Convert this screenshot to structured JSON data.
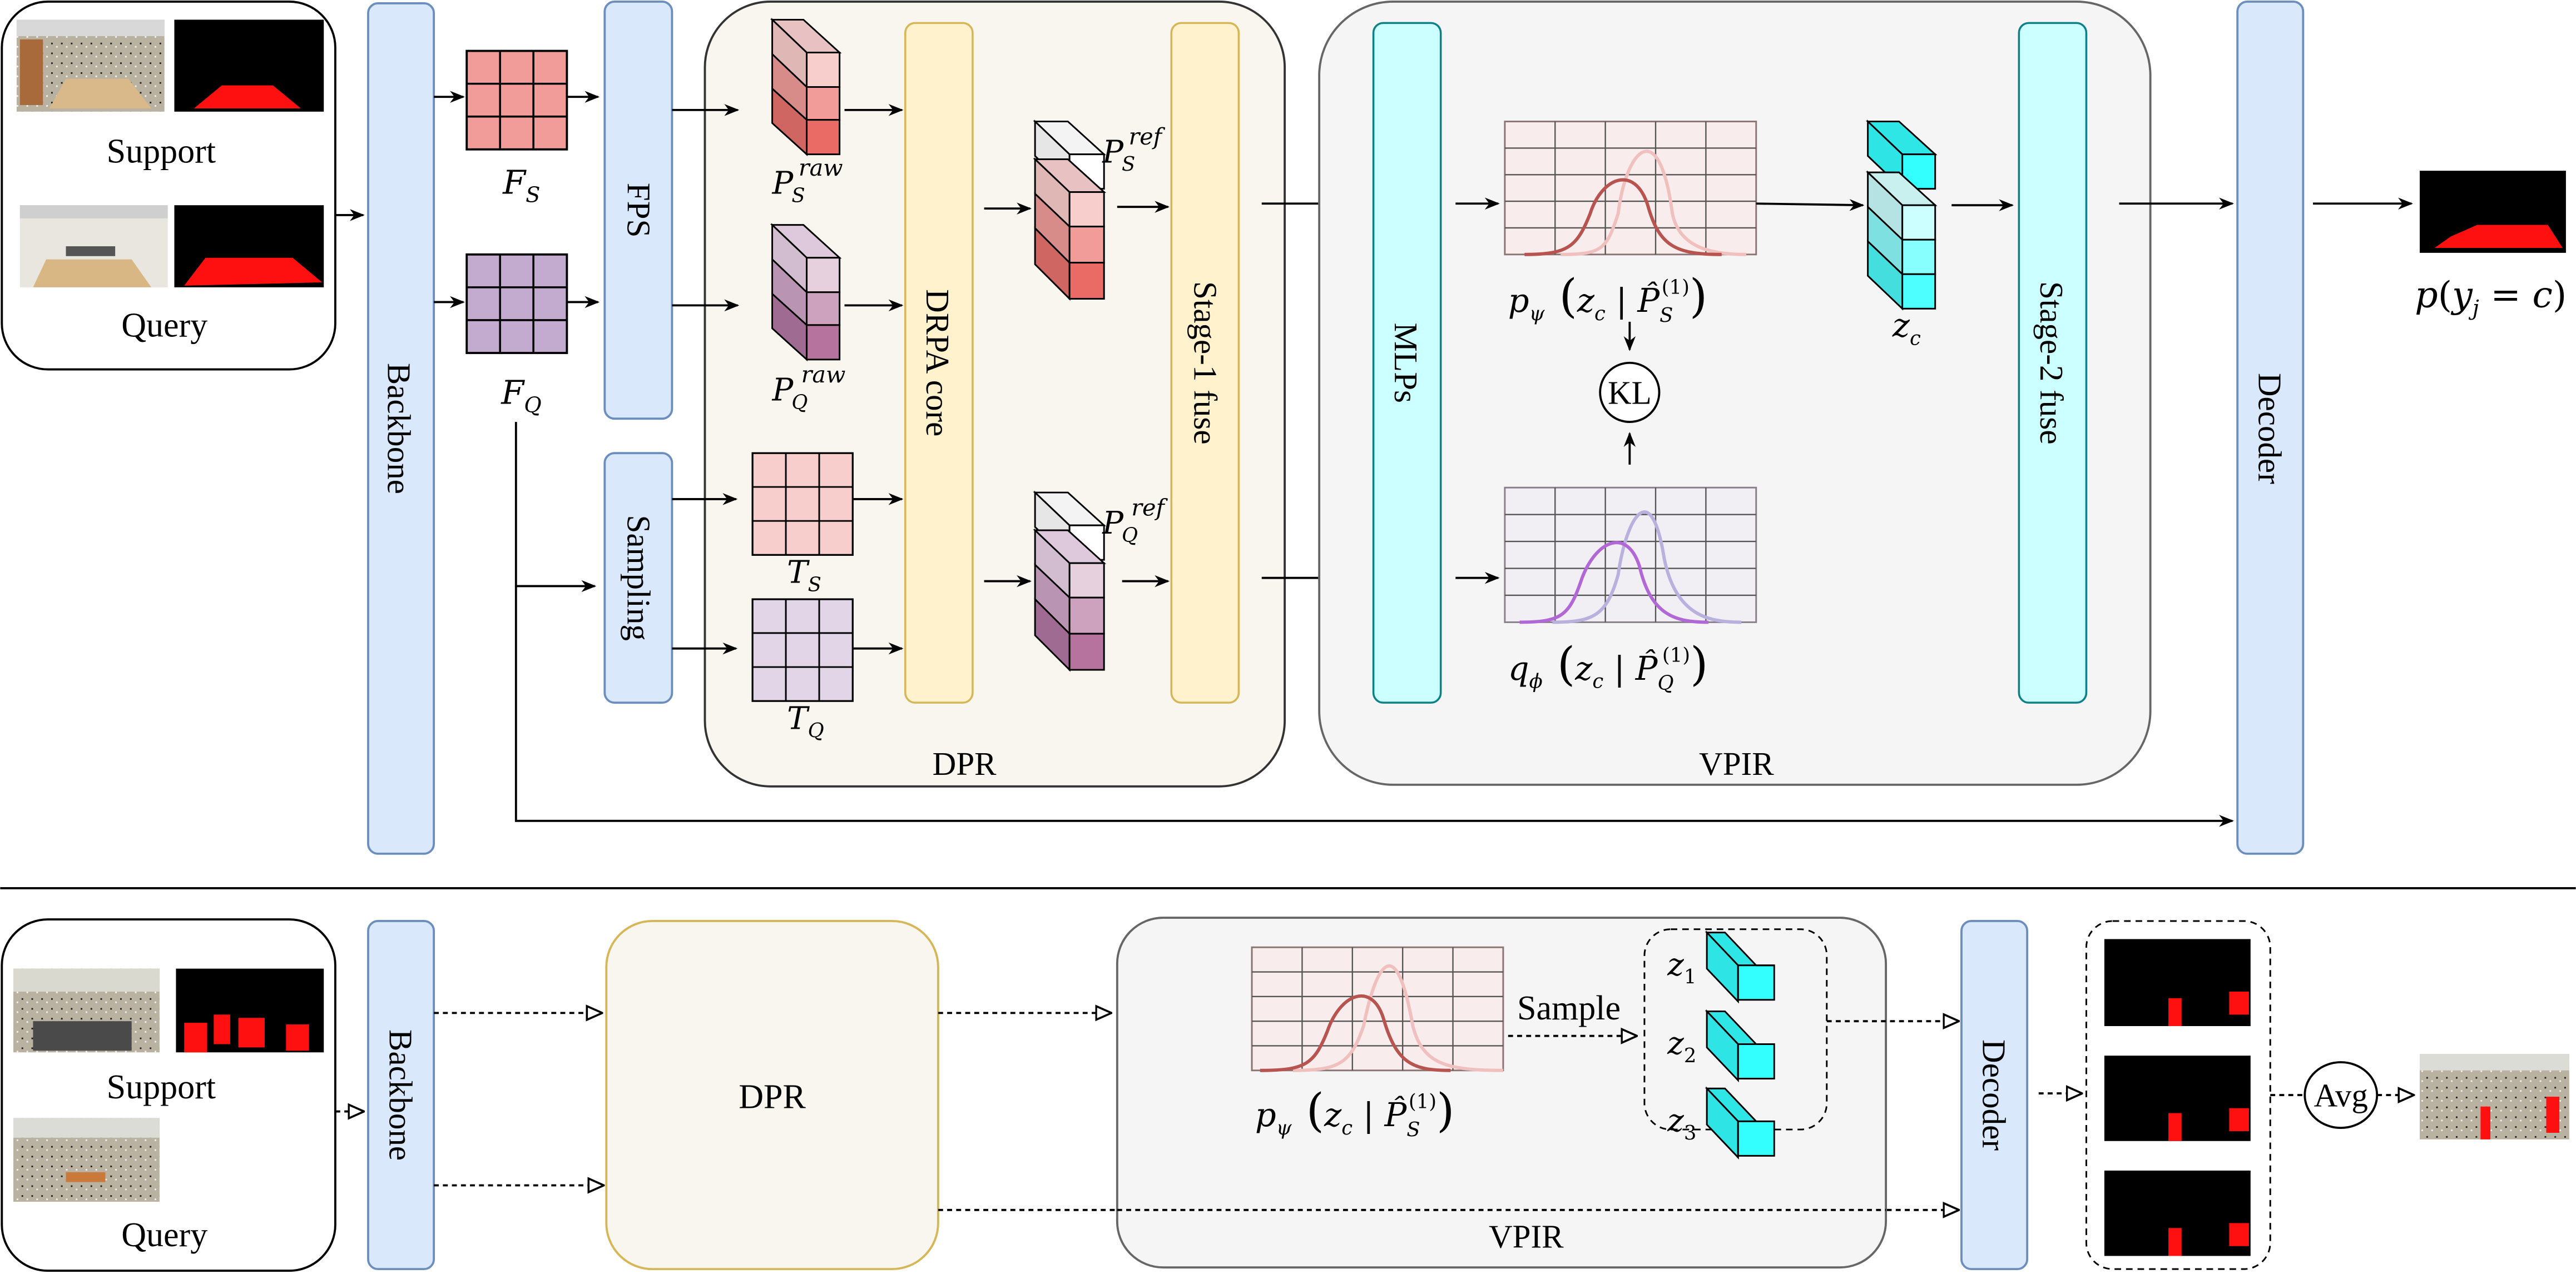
{
  "colors": {
    "module_blue_fill": "#dae8fc",
    "module_blue_stroke": "#6c8ebf",
    "dpr_fill": "#f8f6ee",
    "dpr_stroke": "#d6b656",
    "yellow_fill": "#fff2cc",
    "vpir_fill": "#f5f5f5",
    "vpir_stroke": "#666666",
    "cyan_fill": "#ccffff",
    "cyan_stroke": "#0e8088",
    "support_feat": "#f19c99",
    "query_feat": "#c3abd0",
    "latent_cyan": "#33ffff",
    "prior_curve": "#b85450",
    "prior_curve_light": "#f0c0be",
    "post_curve": "#b267d6",
    "post_curve_light": "#b8b0dd"
  },
  "training": {
    "input_box": {
      "support_label": "Support",
      "query_label": "Query"
    },
    "backbone_label": "Backbone",
    "fps_label": "FPS",
    "sampling_label": "Sampling",
    "features": {
      "support": "F",
      "support_sub": "S",
      "query": "F",
      "query_sub": "Q"
    },
    "dpr": {
      "title": "DPR",
      "drpa_core_label": "DRPA core",
      "stage1_label": "Stage-1 fuse",
      "p_s_raw": {
        "base": "P",
        "sub": "S",
        "sup": "raw"
      },
      "p_q_raw": {
        "base": "P",
        "sub": "Q",
        "sup": "raw"
      },
      "t_s": {
        "base": "T",
        "sub": "S"
      },
      "t_q": {
        "base": "T",
        "sub": "Q"
      },
      "p_s_ref": {
        "base": "P",
        "sub": "S",
        "sup": "ref"
      },
      "p_q_ref": {
        "base": "P",
        "sub": "Q",
        "sup": "ref"
      }
    },
    "vpir": {
      "title": "VPIR",
      "mlps_label": "MLPs",
      "stage2_label": "Stage-2 fuse",
      "prior_formula": {
        "fn": "p",
        "fn_sub": "ψ",
        "var": "z",
        "var_sub": "c",
        "cond": "P̂",
        "cond_sub": "S",
        "cond_sup": "(1)"
      },
      "posterior_formula": {
        "fn": "q",
        "fn_sub": "ϕ",
        "var": "z",
        "var_sub": "c",
        "cond": "P̂",
        "cond_sub": "Q",
        "cond_sup": "(1)"
      },
      "kl_label": "KL",
      "latent_label": {
        "base": "z",
        "sub": "c"
      }
    },
    "decoder_label": "Decoder",
    "output_formula": {
      "fn": "p",
      "var": "y",
      "var_sub": "j",
      "eq": "=",
      "val": "c"
    }
  },
  "inference": {
    "input_box": {
      "support_label": "Support",
      "query_label": "Query"
    },
    "backbone_label": "Backbone",
    "dpr_label": "DPR",
    "vpir": {
      "title": "VPIR",
      "prior_formula": {
        "fn": "p",
        "fn_sub": "ψ",
        "var": "z",
        "var_sub": "c",
        "cond": "P̂",
        "cond_sub": "S",
        "cond_sup": "(1)"
      },
      "sample_label": "Sample",
      "samples": [
        {
          "base": "z",
          "sub": "1"
        },
        {
          "base": "z",
          "sub": "2"
        },
        {
          "base": "z",
          "sub": "3"
        }
      ]
    },
    "decoder_label": "Decoder",
    "avg_label": "Avg"
  }
}
